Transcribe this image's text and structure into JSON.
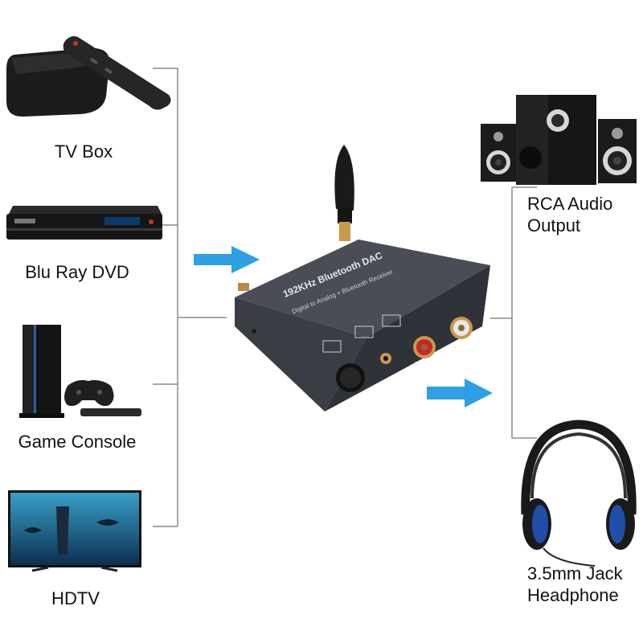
{
  "inputs": [
    {
      "label": "TV Box",
      "icon": "tv-box-icon"
    },
    {
      "label": "Blu Ray DVD",
      "icon": "blu-ray-player-icon"
    },
    {
      "label": "Game Console",
      "icon": "game-console-icon"
    },
    {
      "label": "HDTV",
      "icon": "hdtv-icon"
    }
  ],
  "device": {
    "title": "192KHz Bluetooth DAC",
    "subtitle": "Digital to Analog + Bluetooth Receiver",
    "icon": "dac-device-icon",
    "port_labels": {
      "right": "R",
      "left": "L"
    }
  },
  "outputs": [
    {
      "label_line1": "RCA Audio",
      "label_line2": "Output",
      "icon": "speakers-icon"
    },
    {
      "label_line1": "3.5mm Jack",
      "label_line2": "Headphone",
      "icon": "headphone-icon"
    }
  ],
  "colors": {
    "arrow": "#2e9fe3",
    "bracket": "#8a8a8a",
    "device_body": "#3d4048",
    "rca_red": "#c8262c",
    "rca_white": "#e8e8e8"
  }
}
